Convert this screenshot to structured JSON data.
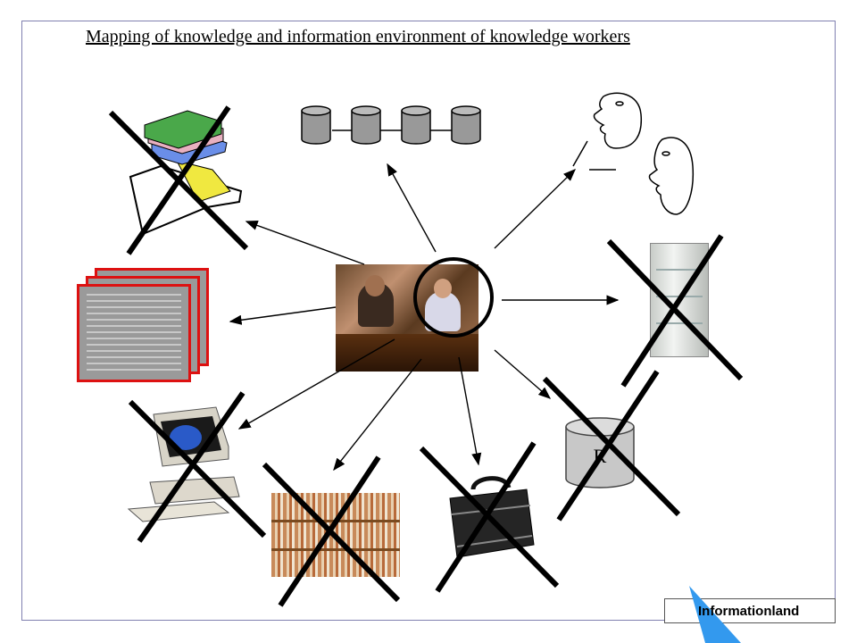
{
  "title": "Mapping of knowledge and information environment of knowledge workers",
  "brand": {
    "name": "Informationland",
    "accent": "#3399ee"
  },
  "cylinder_label": "R",
  "items": [
    {
      "name": "books",
      "crossed": true
    },
    {
      "name": "databases",
      "crossed": false
    },
    {
      "name": "colleagues",
      "crossed": false
    },
    {
      "name": "documents",
      "crossed": false
    },
    {
      "name": "filing-cabinet",
      "crossed": true
    },
    {
      "name": "computer",
      "crossed": true
    },
    {
      "name": "paper-files",
      "crossed": true
    },
    {
      "name": "briefcase",
      "crossed": true
    },
    {
      "name": "repository",
      "crossed": true
    }
  ],
  "icons": {
    "photo": "meeting-photo-icon",
    "books": "books-icon",
    "database": "database-icon",
    "heads": "people-heads-icon",
    "docs": "document-stack-icon",
    "fridge": "cabinet-icon",
    "computer": "computer-icon",
    "files": "paper-files-icon",
    "briefcase": "briefcase-icon",
    "cylinder": "repository-icon",
    "cross": "cross-out-icon",
    "logo": "brand-triangle-icon"
  }
}
